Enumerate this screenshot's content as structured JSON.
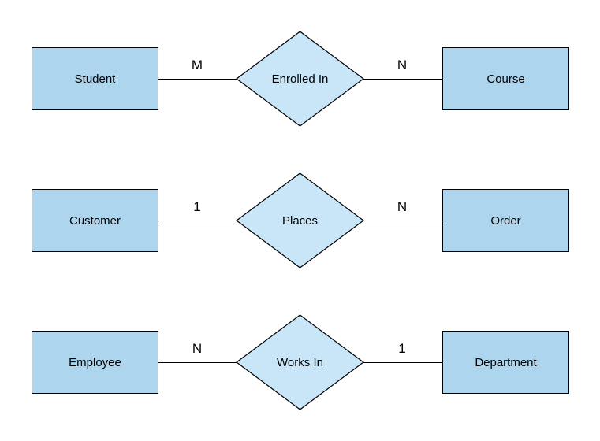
{
  "diagram": {
    "type": "entity-relationship",
    "colors": {
      "entity_fill": "#aed5ee",
      "relationship_fill": "#c8e6f8",
      "shape_border": "#000000",
      "line_color": "#000000",
      "text_color": "#000000",
      "background": "#ffffff"
    },
    "relationships": [
      {
        "left_entity": "Student",
        "left_cardinality": "M",
        "relationship": "Enrolled In",
        "right_cardinality": "N",
        "right_entity": "Course"
      },
      {
        "left_entity": "Customer",
        "left_cardinality": "1",
        "relationship": "Places",
        "right_cardinality": "N",
        "right_entity": "Order"
      },
      {
        "left_entity": "Employee",
        "left_cardinality": "N",
        "relationship": "Works In",
        "right_cardinality": "1",
        "right_entity": "Department"
      }
    ]
  }
}
